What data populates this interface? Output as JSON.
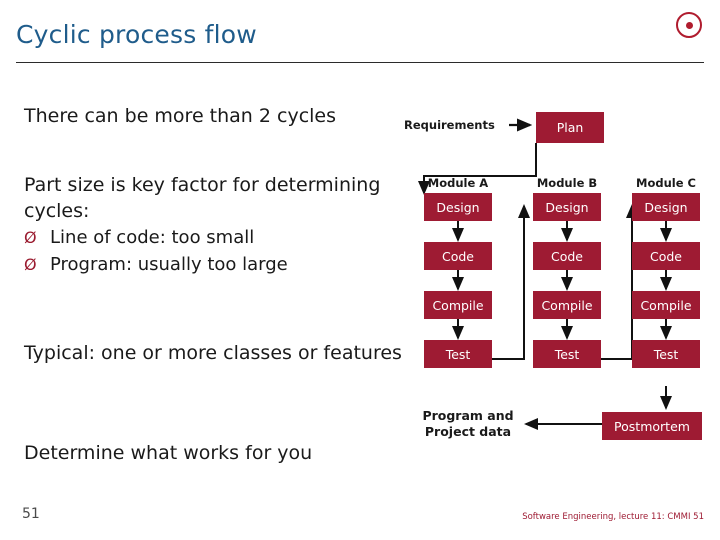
{
  "slide": {
    "title": "Cyclic process flow",
    "page_number": "51",
    "footer": "Software Engineering, lecture 11: CMMI  51",
    "logo_icon": "target-circle-icon",
    "accent_color": "#9e1b33",
    "title_color": "#1f5c8b"
  },
  "content": {
    "paragraph1": "There can be more than 2 cycles",
    "paragraph2": "Part size is key factor for determining cycles:",
    "sub_bullets": [
      {
        "marker": "Ø",
        "text": "Line of code: too small"
      },
      {
        "marker": "Ø",
        "text": "Program: usually too large"
      }
    ],
    "paragraph3": "Typical: one or more classes or features",
    "paragraph4": "Determine what works for you"
  },
  "diagram": {
    "top_row": {
      "requirements_label": "Requirements",
      "plan_box": "Plan"
    },
    "column_headers": [
      "Module A",
      "Module B",
      "Module C"
    ],
    "stage_rows": [
      "Design",
      "Code",
      "Compile",
      "Test"
    ],
    "bottom_row": {
      "program_data_label": "Program and\nProject data",
      "postmortem_box": "Postmortem"
    }
  }
}
